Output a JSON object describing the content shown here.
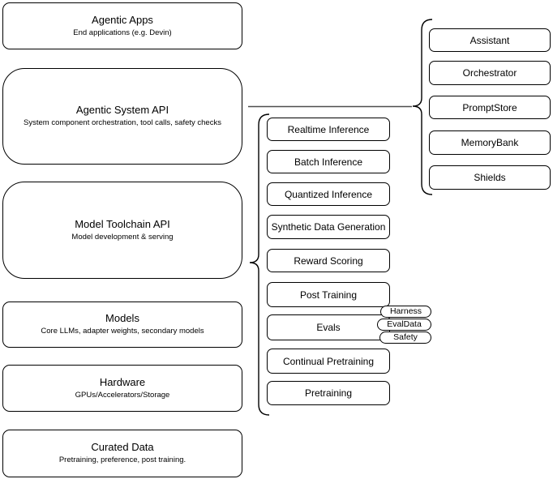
{
  "diagram": {
    "title": "agentic-stack-architecture",
    "left_stack": [
      {
        "title": "Agentic Apps",
        "subtitle": "End applications (e.g. Devin)"
      },
      {
        "title": "Agentic System API",
        "subtitle": "System component orchestration, tool calls, safety checks"
      },
      {
        "title": "Model Toolchain API",
        "subtitle": "Model development & serving"
      },
      {
        "title": "Models",
        "subtitle": "Core LLMs, adapter weights, secondary models"
      },
      {
        "title": "Hardware",
        "subtitle": "GPUs/Accelerators/Storage"
      },
      {
        "title": "Curated Data",
        "subtitle": "Pretraining, preference, post training."
      }
    ],
    "toolchain_group": [
      "Realtime Inference",
      "Batch Inference",
      "Quantized Inference",
      "Synthetic Data Generation",
      "Reward Scoring",
      "Post Training",
      "Evals",
      "Continual Pretraining",
      "Pretraining"
    ],
    "evals_tags": [
      "Harness",
      "EvalData",
      "Safety"
    ],
    "system_group": [
      "Assistant",
      "Orchestrator",
      "PromptStore",
      "MemoryBank",
      "Shields"
    ],
    "colors": {
      "node_border": "#000000",
      "node_fill": "#ffffff",
      "connector": "#4d4d4d"
    }
  }
}
